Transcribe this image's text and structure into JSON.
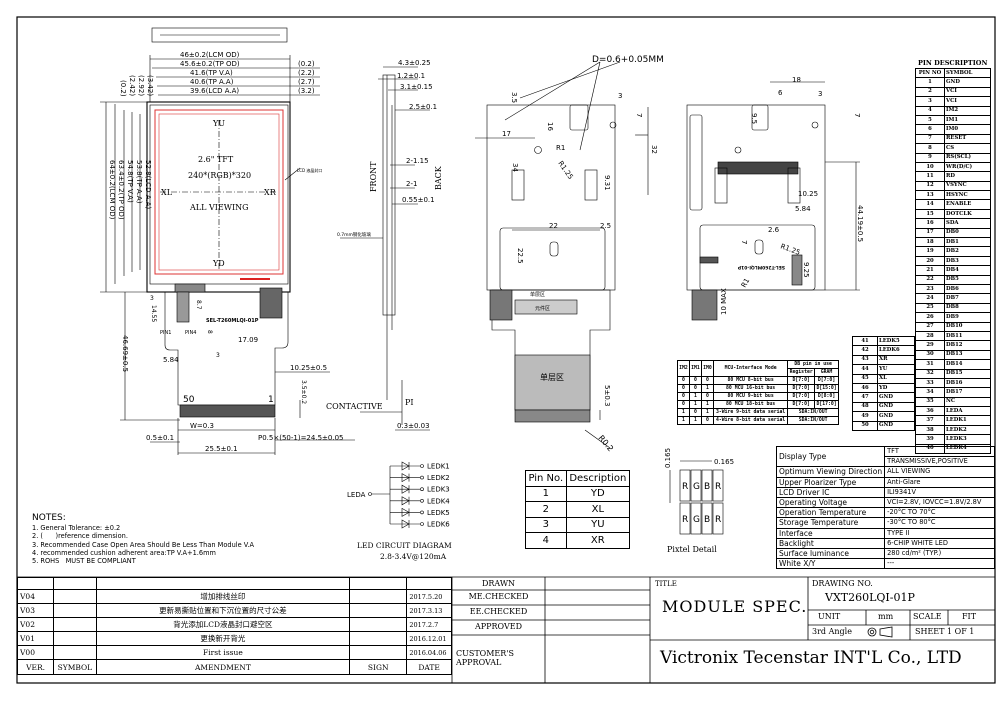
{
  "lcd_front_view": {
    "top_dims": [
      "46±0.2(LCM OD)",
      "45.6±0.2(TP OD)",
      "41.6(TP V.A)",
      "40.6(TP A.A)",
      "39.6(LCD A.A)"
    ],
    "right_dims": [
      "(0.2)",
      "(2.2)",
      "(2.7)",
      "(3.2)"
    ],
    "left_ref_dims": [
      "(3.42)",
      "(2.92)",
      "(2.42)",
      "(0.2)"
    ],
    "left_dims": [
      "52.8(LCD A.A)",
      "53.8(TP A.A)",
      "54.8(TP V.A)",
      "63.4±0.2(TP OD)",
      "64±0.2(LCM OD)"
    ],
    "screen": {
      "yu": "YU",
      "size": "2.6\" TFT",
      "resolution": "240*(RGB)*320",
      "xl": "XL",
      "xr": "XR",
      "viewing": "ALL VIEWING",
      "yd": "YD"
    },
    "seal_label": "LCD 液晶封口",
    "fpc_dims": {
      "d3": "3",
      "d1455": "14.55",
      "d87": "8.7",
      "pin1": "PIN1",
      "pin4": "PIN4",
      "part": "SEL-T260MLQI-01P",
      "d8": "8",
      "d3b": "3",
      "d1709": "17.09",
      "d584": "5.84",
      "d1025": "10.25±0.5",
      "d4669": "46.69±0.5",
      "d35": "3.5±0.2",
      "pin50": "50",
      "pin1b": "1",
      "w": "W=0.3",
      "d05": "0.5±0.1",
      "pitch": "P0.5×(50-1)=24.5±0.05",
      "d255": "25.5±0.1"
    }
  },
  "side_view": {
    "dims": [
      "4.3±0.25",
      "1.2±0.1",
      "3.1±0.15",
      "2.5±0.1",
      "2-1.15",
      "2-1",
      "0.55±0.1"
    ],
    "front": "FRONT",
    "back": "BACK",
    "glass": "0.7mm钢化玻璃",
    "contactive": "CONTACTIVE",
    "pi": "PI",
    "pi_thick": "0.3±0.03"
  },
  "back_view": {
    "hole": "D=0.6+0.05MM",
    "dims": [
      "3.5",
      "3",
      "7",
      "17",
      "16",
      "R1",
      "R1.25",
      "34",
      "9.31",
      "32",
      "22",
      "2.5",
      "22.5",
      "5±0.3",
      "R0.2"
    ],
    "zones": [
      "单层区",
      "元件区",
      "单层区"
    ]
  },
  "back_view_2": {
    "dims": [
      "18",
      "6",
      "3",
      "7",
      "9.5",
      "10.25",
      "5.84",
      "2.6",
      "7",
      "R1.25",
      "9.25",
      "R1",
      "44.19±0.5",
      "10 MAX"
    ],
    "part": "SEL-T260MLQI-01P"
  },
  "pin_description": {
    "title": "PIN DESCRIPTION",
    "headers": [
      "PIN NO",
      "SYMBOL"
    ],
    "rows": [
      [
        "1",
        "GND"
      ],
      [
        "2",
        "VCI"
      ],
      [
        "3",
        "VCI"
      ],
      [
        "4",
        "IM2"
      ],
      [
        "5",
        "IM1"
      ],
      [
        "6",
        "IM0"
      ],
      [
        "7",
        "RESET"
      ],
      [
        "8",
        "CS"
      ],
      [
        "9",
        "RS(SCL)"
      ],
      [
        "10",
        "WR(D/C)"
      ],
      [
        "11",
        "RD"
      ],
      [
        "12",
        "VSYNC"
      ],
      [
        "13",
        "HSYNC"
      ],
      [
        "14",
        "ENABLE"
      ],
      [
        "15",
        "DOTCLK"
      ],
      [
        "16",
        "SDA"
      ],
      [
        "17",
        "DB0"
      ],
      [
        "18",
        "DB1"
      ],
      [
        "19",
        "DB2"
      ],
      [
        "20",
        "DB3"
      ],
      [
        "21",
        "DB4"
      ],
      [
        "22",
        "DB5"
      ],
      [
        "23",
        "DB6"
      ],
      [
        "24",
        "DB7"
      ],
      [
        "25",
        "DB8"
      ],
      [
        "26",
        "DB9"
      ],
      [
        "27",
        "DB10"
      ],
      [
        "28",
        "DB11"
      ],
      [
        "29",
        "DB12"
      ],
      [
        "30",
        "DB13"
      ],
      [
        "31",
        "DB14"
      ],
      [
        "32",
        "DB15"
      ],
      [
        "33",
        "DB16"
      ],
      [
        "34",
        "DB17"
      ],
      [
        "35",
        "NC"
      ],
      [
        "36",
        "LEDA"
      ],
      [
        "37",
        "LEDK1"
      ],
      [
        "38",
        "LEDK2"
      ],
      [
        "39",
        "LEDK3"
      ],
      [
        "40",
        "LEDK4"
      ]
    ],
    "rows_low": [
      [
        "41",
        "LEDK5"
      ],
      [
        "42",
        "LEDK6"
      ],
      [
        "43",
        "XR"
      ],
      [
        "44",
        "YU"
      ],
      [
        "45",
        "XL"
      ],
      [
        "46",
        "YD"
      ],
      [
        "47",
        "GND"
      ],
      [
        "48",
        "GND"
      ],
      [
        "49",
        "GND"
      ],
      [
        "50",
        "GND"
      ]
    ]
  },
  "mcu_table": {
    "headers": [
      "IM2",
      "IM1",
      "IM0",
      "MCU-Interface Mode",
      "DB pin in use",
      "Register",
      "GRAM"
    ],
    "rows": [
      [
        "0",
        "0",
        "0",
        "80 MCU 8-bit bus",
        "D[7:0]",
        "D[7:0]"
      ],
      [
        "0",
        "0",
        "1",
        "80 MCU 16-bit bus",
        "D[7:0]",
        "D[15:0]"
      ],
      [
        "0",
        "1",
        "0",
        "80 MCU 9-bit bus",
        "D[7:0]",
        "D[8:0]"
      ],
      [
        "0",
        "1",
        "1",
        "80 MCU 18-bit bus",
        "D[7:0]",
        "D[17:0]"
      ],
      [
        "1",
        "0",
        "1",
        "3-Wire 9-bit data serial",
        "SDA:IN/OUT"
      ],
      [
        "1",
        "1",
        "0",
        "4-Wire 8-bit data serial",
        "SDA:IN/OUT"
      ]
    ]
  },
  "spec_table": {
    "rows": [
      [
        "Display Type",
        "TFT"
      ],
      [
        "",
        "TRANSMISSIVE,POSITIVE"
      ],
      [
        "Optimum Viewing Direction",
        "ALL VIEWING"
      ],
      [
        "Upper Ploarizer Type",
        "Anti-Glare"
      ],
      [
        "LCD Driver IC",
        "ILI9341V"
      ],
      [
        "Operating Voltage",
        "VCI=2.8V, IOVCC=1.8V/2.8V"
      ],
      [
        "Operation Temperature",
        "-20°C TO 70°C"
      ],
      [
        "Storage Temperature",
        "-30°C TO 80°C"
      ],
      [
        "Interface",
        "TYPE II"
      ],
      [
        "Backlight",
        "6-CHIP WHITE LED"
      ],
      [
        "Surface luminance",
        "280 cd/m² (TYP.)"
      ],
      [
        "White X/Y",
        "---"
      ]
    ]
  },
  "led_circuit": {
    "anode": "LEDA",
    "cathodes": [
      "LEDK1",
      "LEDK2",
      "LEDK3",
      "LEDK4",
      "LEDK5",
      "LEDK6"
    ],
    "title": "LED CIRCUIT DIAGRAM",
    "spec": "2.8-3.4V@120mA"
  },
  "pin_no_table": {
    "headers": [
      "Pin No.",
      "Description"
    ],
    "rows": [
      [
        "1",
        "YD"
      ],
      [
        "2",
        "XL"
      ],
      [
        "3",
        "YU"
      ],
      [
        "4",
        "XR"
      ]
    ]
  },
  "pixel_detail": {
    "title": "Pixtel Detail",
    "pitch_v": "0.165",
    "pitch_h": "0.165",
    "subpixels": [
      "R",
      "G",
      "B",
      "R"
    ]
  },
  "notes": {
    "title": "NOTES:",
    "items": [
      "1. General Tolerance: ±0.2",
      "2. (      )reference dimension.",
      "3. Recommended Case Open Area Should Be Less Than Module V.A",
      "4. recommended cushion adherent area:TP V.A+1.6mm",
      "5. ROHS   MUST BE COMPLIANT"
    ]
  },
  "revisions": {
    "headers": [
      "VER.",
      "SYMBOL",
      "AMENDMENT",
      "SIGN",
      "DATE"
    ],
    "rows": [
      [
        "V04",
        "",
        "增加排线丝印",
        "",
        "2017.5.20"
      ],
      [
        "V03",
        "",
        "更新易撕贴位置和下沉位置的尺寸公差",
        "",
        "2017.3.13"
      ],
      [
        "V02",
        "",
        "背光添加LCD液晶封口避空区",
        "",
        "2017.2.7"
      ],
      [
        "V01",
        "",
        "更换新开背光",
        "",
        "2016.12.01"
      ],
      [
        "V00",
        "",
        "First  issue",
        "",
        "2016.04.06"
      ]
    ]
  },
  "approvals": [
    "DRAWN",
    "ME.CHECKED",
    "EE.CHECKED",
    "APPROVED",
    "CUSTOMER'S APPROVAL"
  ],
  "title_block": {
    "title_label": "TITLE",
    "title": "MODULE SPEC.",
    "drawing_no_label": "DRAWING NO.",
    "drawing_no": "VXT260LQI-01P",
    "unit_label": "UNIT",
    "unit": "mm",
    "scale_label": "SCALE",
    "scale": "FIT",
    "angle": "3rd Angle",
    "sheet": "SHEET  1  OF  1",
    "company": "Victronix Tecenstar INT'L Co., LTD"
  }
}
